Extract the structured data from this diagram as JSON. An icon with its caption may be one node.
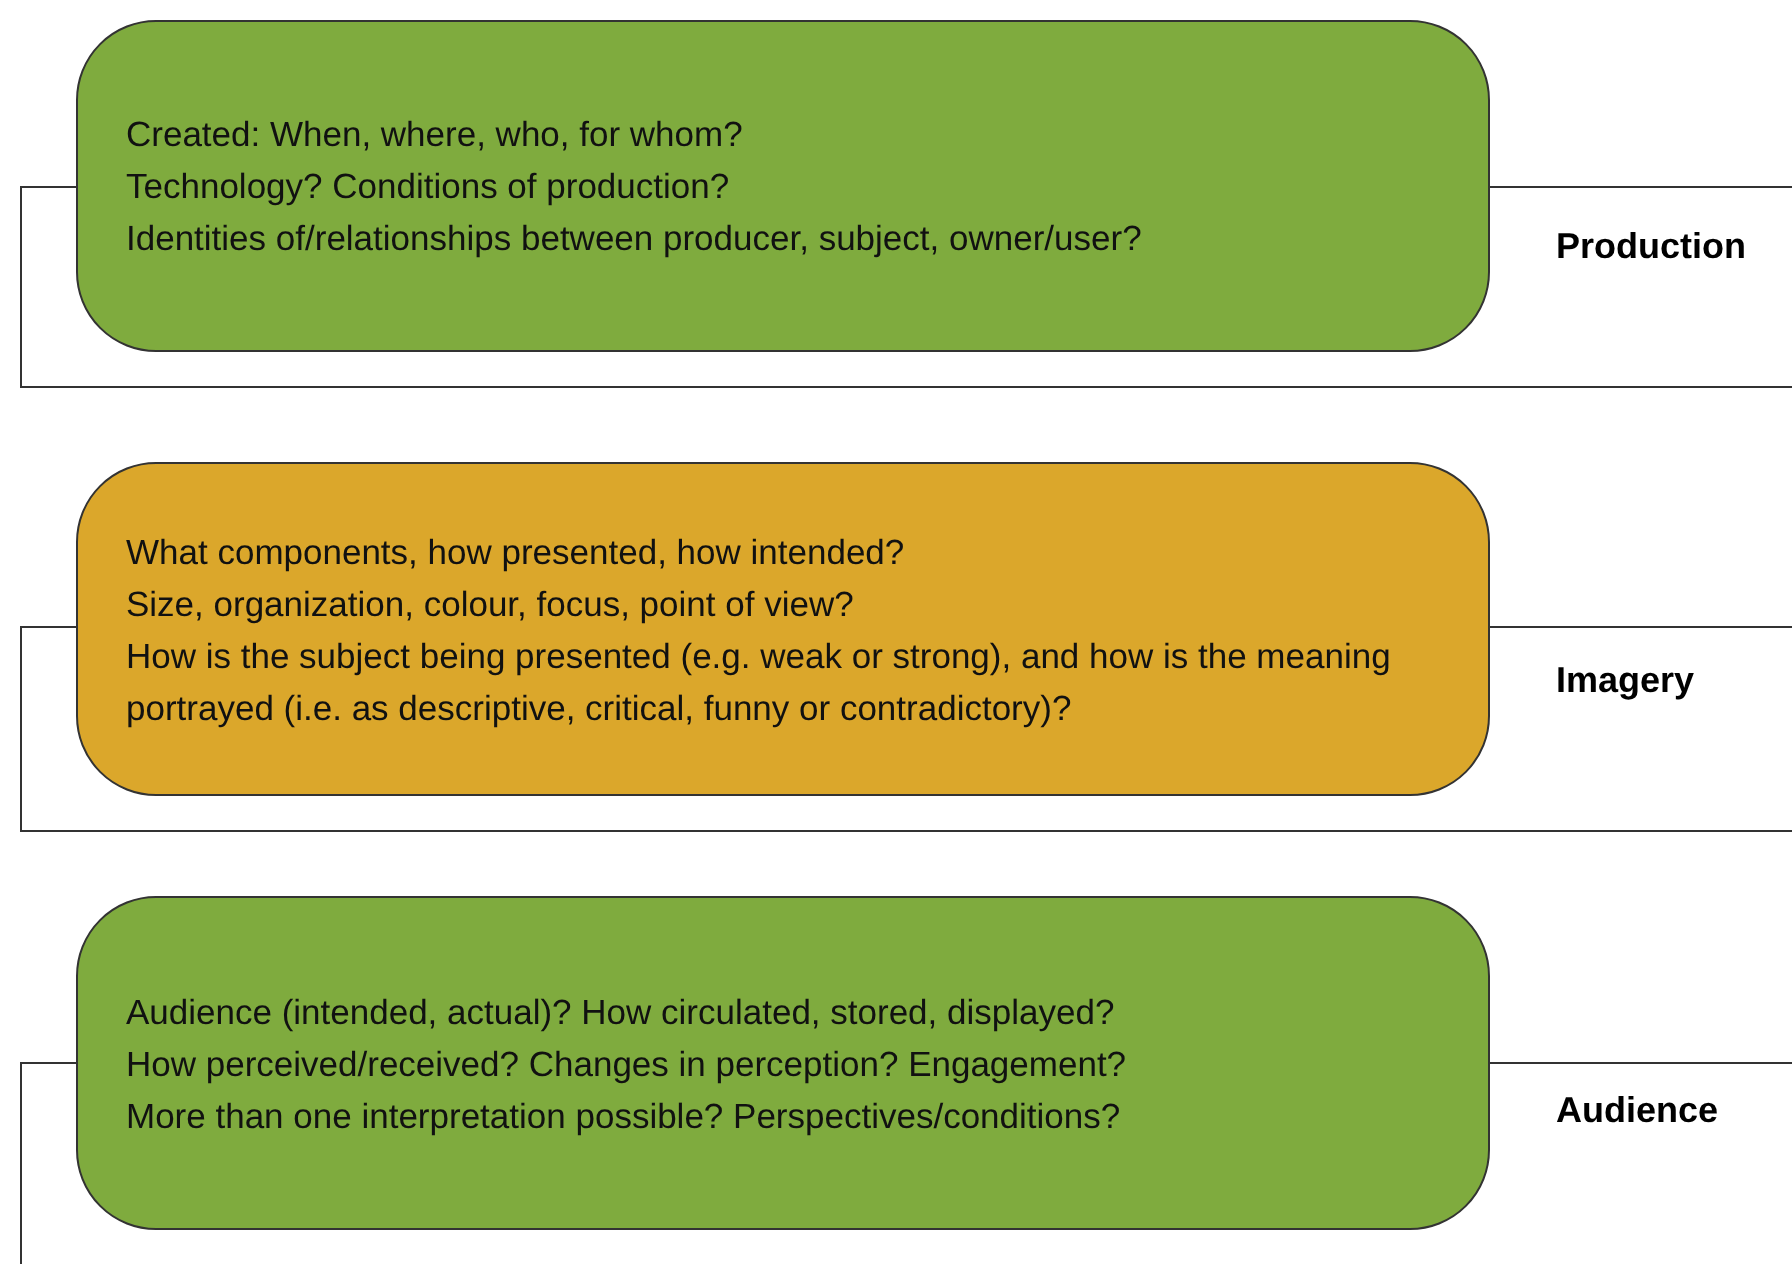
{
  "diagram": {
    "nodes": [
      {
        "text": [
          "Created: When, where, who, for whom?",
          "Technology? Conditions of production?",
          "Identities of/relationships between producer, subject, owner/user?"
        ]
      },
      {
        "text": [
          "Production"
        ]
      },
      {
        "text": [
          "What components, how presented, how intended?",
          "Size, organization, colour, focus, point of view?",
          "How is the subject being presented (e.g. weak or strong), and how is the meaning portrayed (i.e. as descriptive, critical, funny or contradictory)?"
        ]
      },
      {
        "text": [
          "Imagery"
        ]
      },
      {
        "text": [
          "Audience (intended, actual)? How circulated, stored, displayed?",
          "How perceived/received? Changes in perception? Engagement?",
          "More than one interpretation possible? Perspectives/conditions?"
        ]
      },
      {
        "text": [
          "Audience"
        ]
      }
    ]
  }
}
